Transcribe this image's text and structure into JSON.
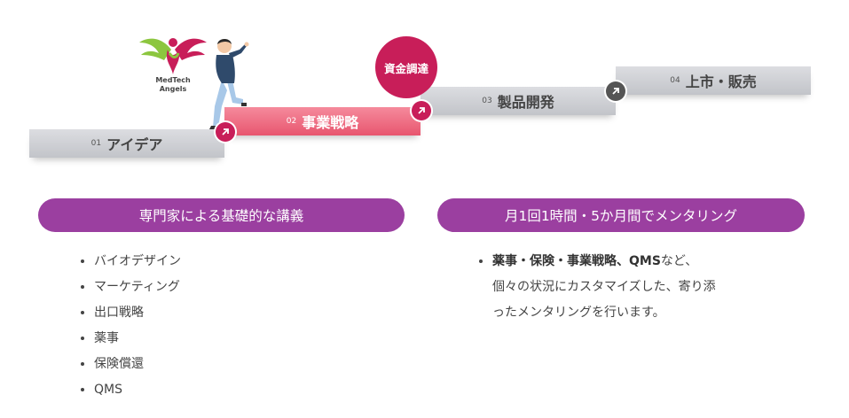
{
  "logo": {
    "line1": "MedTech",
    "line2": "Angels"
  },
  "steps": [
    {
      "num": "01",
      "label": "アイデア"
    },
    {
      "num": "02",
      "label": "事業戦略"
    },
    {
      "num": "03",
      "label": "製品開発"
    },
    {
      "num": "04",
      "label": "上市・販売"
    }
  ],
  "funding_label": "資金調達",
  "colors": {
    "accent_pink": "#e8566f",
    "funding_red": "#c81e59",
    "pill_purple": "#9b3fa0",
    "arrow_dark": "#555555"
  },
  "lectures": {
    "title": "専門家による基礎的な講義",
    "items": [
      "バイオデザイン",
      "マーケティング",
      "出口戦略",
      "薬事",
      "保険償還",
      "QMS"
    ]
  },
  "mentoring": {
    "title": "月1回1時間・5か月間でメンタリング",
    "bold": "薬事・保険・事業戦略、QMS",
    "line1_rest": "など、",
    "line2": "個々の状況にカスタマイズした、寄り添",
    "line3": "ったメンタリングを行います。"
  }
}
